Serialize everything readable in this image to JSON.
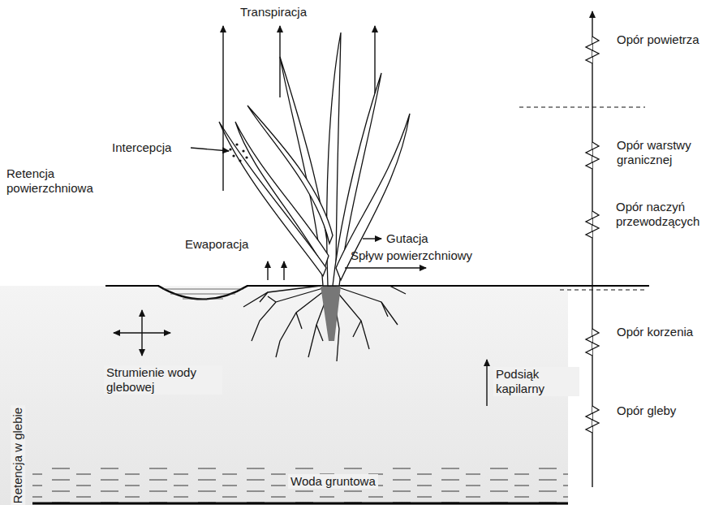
{
  "diagram": {
    "labels": [
      "Transpiracja",
      "Opór powietrza",
      "Intercepcja",
      "Retencja powierzchniowa",
      "Opór warstwy granicznej",
      "Gutacja",
      "Ewaporacja",
      "Opór naczyń przewodzących",
      "Spływ powierzchniowy",
      "Opór korzenia",
      "Strumienie wody glebowej",
      "Podsiąk kapilarny",
      "Opór gleby",
      "Retencja w glebie",
      "Woda gruntowa"
    ]
  }
}
